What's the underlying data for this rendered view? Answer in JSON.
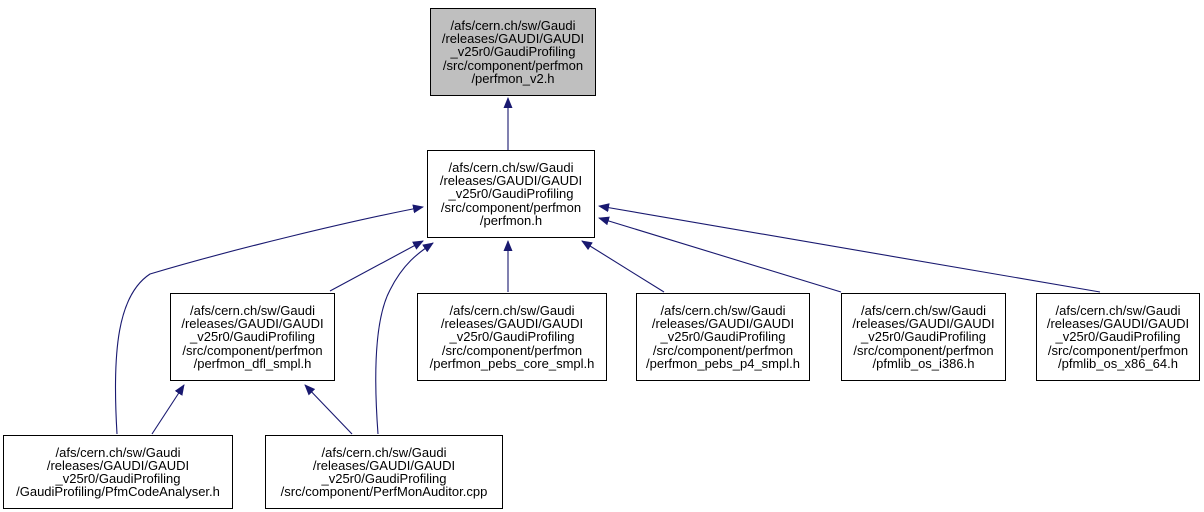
{
  "graph": {
    "type": "include-dependency-graph",
    "colors": {
      "edge": "#191970",
      "node_border": "#000000",
      "node_fill": "#ffffff",
      "current_node_fill": "#bfbfbf",
      "text": "#000000",
      "background": "#ffffff"
    },
    "nodes": [
      {
        "id": "perfmon_v2_h",
        "current": true,
        "lines": [
          "/afs/cern.ch/sw/Gaudi",
          "/releases/GAUDI/GAUDI",
          "_v25r0/GaudiProfiling",
          "/src/component/perfmon",
          "/perfmon_v2.h"
        ]
      },
      {
        "id": "perfmon_h",
        "current": false,
        "lines": [
          "/afs/cern.ch/sw/Gaudi",
          "/releases/GAUDI/GAUDI",
          "_v25r0/GaudiProfiling",
          "/src/component/perfmon",
          "/perfmon.h"
        ]
      },
      {
        "id": "perfmon_dfl_smpl_h",
        "current": false,
        "lines": [
          "/afs/cern.ch/sw/Gaudi",
          "/releases/GAUDI/GAUDI",
          "_v25r0/GaudiProfiling",
          "/src/component/perfmon",
          "/perfmon_dfl_smpl.h"
        ]
      },
      {
        "id": "perfmon_pebs_core_smpl_h",
        "current": false,
        "lines": [
          "/afs/cern.ch/sw/Gaudi",
          "/releases/GAUDI/GAUDI",
          "_v25r0/GaudiProfiling",
          "/src/component/perfmon",
          "/perfmon_pebs_core_smpl.h"
        ]
      },
      {
        "id": "perfmon_pebs_p4_smpl_h",
        "current": false,
        "lines": [
          "/afs/cern.ch/sw/Gaudi",
          "/releases/GAUDI/GAUDI",
          "_v25r0/GaudiProfiling",
          "/src/component/perfmon",
          "/perfmon_pebs_p4_smpl.h"
        ]
      },
      {
        "id": "pfmlib_os_i386_h",
        "current": false,
        "lines": [
          "/afs/cern.ch/sw/Gaudi",
          "/releases/GAUDI/GAUDI",
          "_v25r0/GaudiProfiling",
          "/src/component/perfmon",
          "/pfmlib_os_i386.h"
        ]
      },
      {
        "id": "pfmlib_os_x86_64_h",
        "current": false,
        "lines": [
          "/afs/cern.ch/sw/Gaudi",
          "/releases/GAUDI/GAUDI",
          "_v25r0/GaudiProfiling",
          "/src/component/perfmon",
          "/pfmlib_os_x86_64.h"
        ]
      },
      {
        "id": "PfmCodeAnalyser_h",
        "current": false,
        "lines": [
          "/afs/cern.ch/sw/Gaudi",
          "/releases/GAUDI/GAUDI",
          "_v25r0/GaudiProfiling",
          "/GaudiProfiling/PfmCodeAnalyser.h"
        ]
      },
      {
        "id": "PerfMonAuditor_cpp",
        "current": false,
        "lines": [
          "/afs/cern.ch/sw/Gaudi",
          "/releases/GAUDI/GAUDI",
          "_v25r0/GaudiProfiling",
          "/src/component/PerfMonAuditor.cpp"
        ]
      }
    ],
    "edges": [
      {
        "from": "perfmon_h",
        "to": "perfmon_v2_h"
      },
      {
        "from": "perfmon_dfl_smpl_h",
        "to": "perfmon_h"
      },
      {
        "from": "perfmon_pebs_core_smpl_h",
        "to": "perfmon_h"
      },
      {
        "from": "perfmon_pebs_p4_smpl_h",
        "to": "perfmon_h"
      },
      {
        "from": "pfmlib_os_i386_h",
        "to": "perfmon_h"
      },
      {
        "from": "pfmlib_os_x86_64_h",
        "to": "perfmon_h"
      },
      {
        "from": "PfmCodeAnalyser_h",
        "to": "perfmon_h"
      },
      {
        "from": "PerfMonAuditor_cpp",
        "to": "perfmon_h"
      },
      {
        "from": "PfmCodeAnalyser_h",
        "to": "perfmon_dfl_smpl_h"
      },
      {
        "from": "PerfMonAuditor_cpp",
        "to": "perfmon_dfl_smpl_h"
      }
    ]
  }
}
